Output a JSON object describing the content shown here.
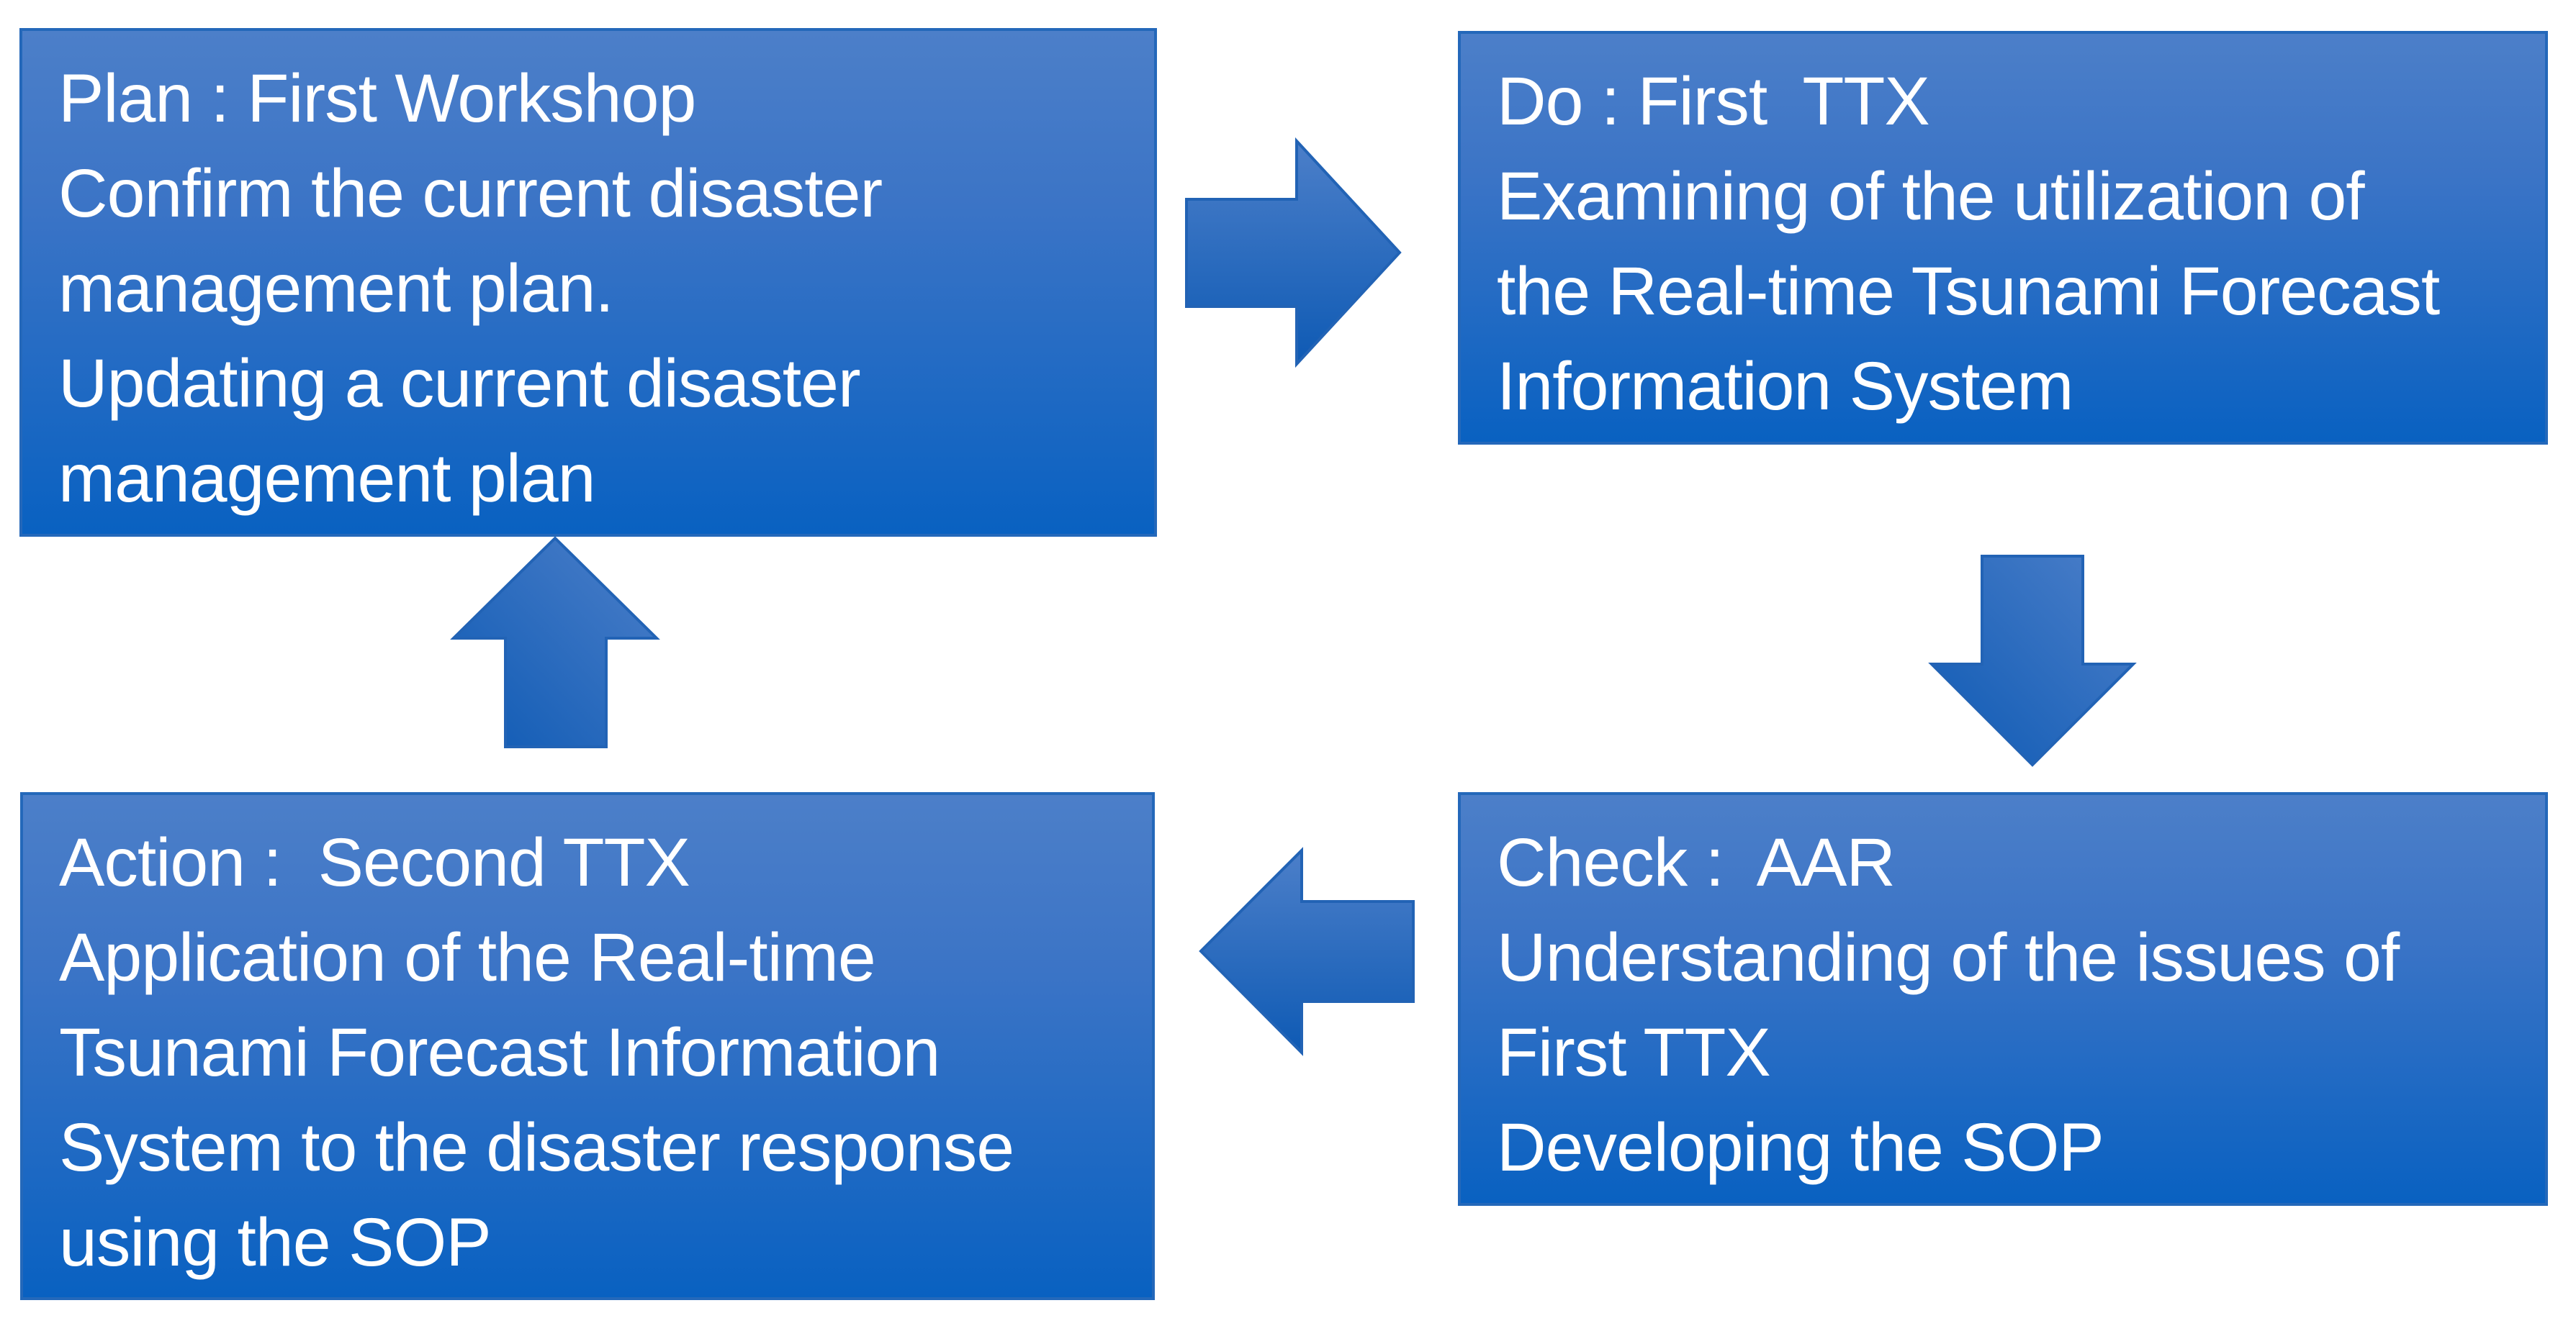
{
  "boxes": {
    "plan": {
      "label": "Plan",
      "lines": [
        "Plan : First Workshop",
        "Confirm the current disaster",
        "management plan.",
        "Updating a current disaster",
        "management plan"
      ]
    },
    "do": {
      "label": "Do",
      "lines": [
        "Do : First  TTX",
        "Examining of the utilization of",
        "the Real-time Tsunami Forecast",
        "Information System"
      ]
    },
    "check": {
      "label": "Check",
      "lines": [
        "Check :  AAR",
        "Understanding of the issues of",
        "First TTX",
        "Developing the SOP"
      ]
    },
    "action": {
      "label": "Action",
      "lines": [
        "Action :  Second TTX",
        "Application of the Real-time",
        "Tsunami Forecast Information",
        "System to the disaster response",
        "using the SOP"
      ]
    }
  },
  "arrows": [
    {
      "name": "plan-to-do",
      "direction": "right"
    },
    {
      "name": "do-to-check",
      "direction": "down"
    },
    {
      "name": "check-to-action",
      "direction": "left"
    },
    {
      "name": "action-to-plan",
      "direction": "up"
    }
  ],
  "colors": {
    "box_fill_top": "#4c7fc9",
    "box_fill_mid": "#3b74c6",
    "box_fill_bottom": "#0961c1",
    "box_border": "#2468ba",
    "arrow_light": "#4c7fc9",
    "arrow_dark": "#0e5ab4",
    "arrow_border": "#2263b5",
    "text": "#ffffff",
    "background": "#ffffff"
  }
}
